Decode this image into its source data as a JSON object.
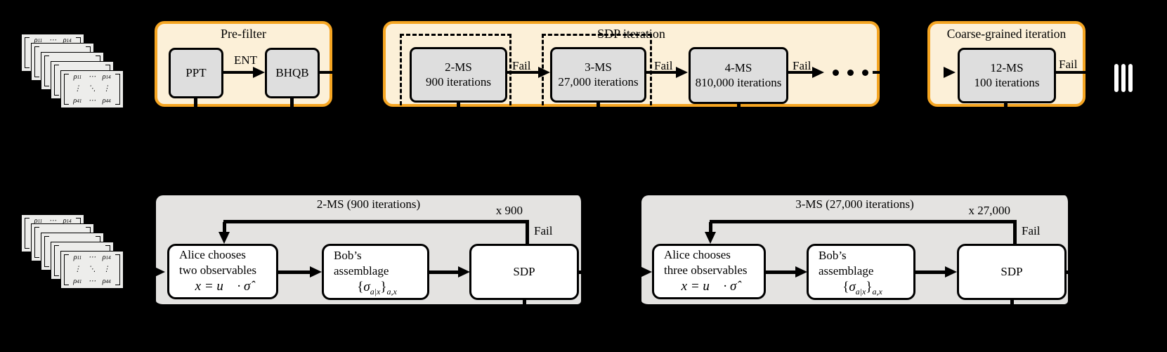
{
  "colors": {
    "orange": "#F5A522",
    "cream": "#FCF0D8",
    "gnode": "#DEDEDE",
    "panel": "#E4E3E1",
    "card": "#EDEDEB",
    "ink": "#000000",
    "white": "#FFFFFF"
  },
  "matrix": {
    "rho": "ρ",
    "s11": "11",
    "s14": "14",
    "s41": "41",
    "s44": "44",
    "cdots": "⋯",
    "vdots": "⋮",
    "ddots": "⋱"
  },
  "top": {
    "prefilter": {
      "title": "Pre-filter",
      "ppt": "PPT",
      "ent": "ENT",
      "bhqb": "BHQB"
    },
    "sdp_iteration": {
      "title": "SDP iteration",
      "stages": [
        {
          "name": "2-MS",
          "iters": "900 iterations"
        },
        {
          "name": "3-MS",
          "iters": "27,000 iterations"
        },
        {
          "name": "4-MS",
          "iters": "810,000 iterations"
        }
      ],
      "fail": "Fail"
    },
    "coarse": {
      "title": "Coarse-grained iteration",
      "name": "12-MS",
      "iters": "100 iterations",
      "fail": "Fail"
    }
  },
  "bottom": {
    "assemblage": {
      "open": "{",
      "sigma": "σ",
      "sub": "a|x",
      "close": "}",
      "outsub": "a,x"
    },
    "panels": [
      {
        "title": "2-MS (900 iterations)",
        "alice1": "Alice chooses",
        "alice2": "two observables",
        "alice_math": "x = u⃗ · σ̂",
        "bob1": "Bob’s",
        "bob2": "assemblage",
        "sdp": "SDP",
        "loop": "x 900",
        "fail": "Fail"
      },
      {
        "title": "3-MS (27,000 iterations)",
        "alice1": "Alice chooses",
        "alice2": "three observables",
        "alice_math": "x = u⃗ · σ̂",
        "bob1": "Bob’s",
        "bob2": "assemblage",
        "sdp": "SDP",
        "loop": "x 27,000",
        "fail": "Fail"
      }
    ]
  }
}
